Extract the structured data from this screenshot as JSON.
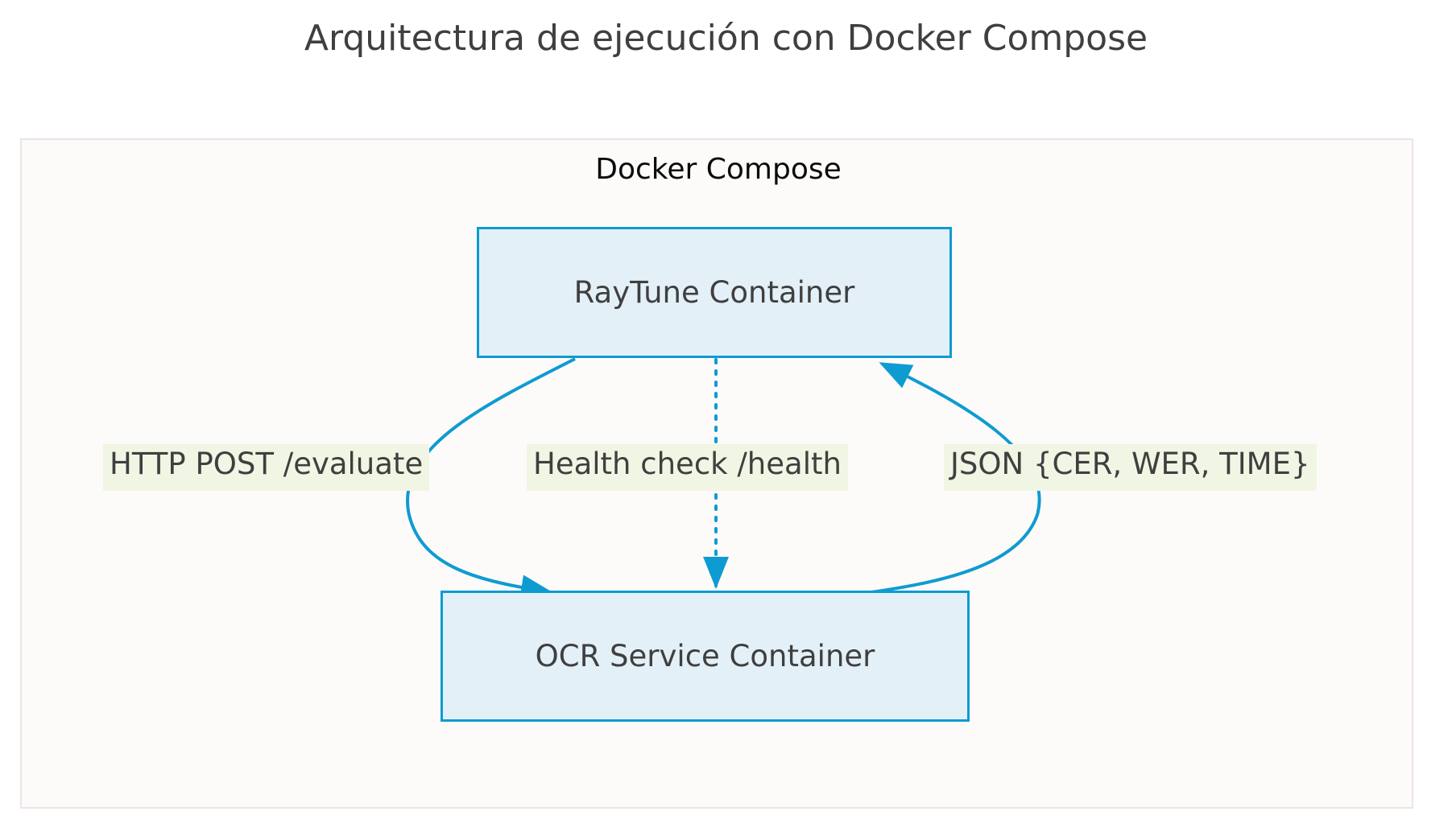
{
  "title": "Arquitectura de ejecución con Docker Compose",
  "cluster": {
    "label": "Docker Compose",
    "fill": "#fdfbf9",
    "stroke": "#ece4e4"
  },
  "nodes": [
    {
      "id": "raytune",
      "label": "RayTune Container",
      "fill": "#e4f0f8",
      "stroke": "#0e9bd2"
    },
    {
      "id": "ocr",
      "label": "OCR Service Container",
      "fill": "#e4f0f8",
      "stroke": "#0e9bd2"
    }
  ],
  "edges": [
    {
      "id": "evaluate",
      "label": "HTTP POST /evaluate",
      "from": "raytune",
      "to": "ocr",
      "style": "solid",
      "color": "#0e9bd2",
      "label_fill": "#f1f5e4"
    },
    {
      "id": "health",
      "label": "Health check /health",
      "from": "raytune",
      "to": "ocr",
      "style": "dotted",
      "color": "#0e9bd2",
      "label_fill": "#f1f5e4"
    },
    {
      "id": "json",
      "label": "JSON {CER, WER, TIME}",
      "from": "ocr",
      "to": "raytune",
      "style": "solid",
      "color": "#0e9bd2",
      "label_fill": "#f1f5e4"
    }
  ],
  "colors": {
    "page_background": "#ffffff",
    "title_text": "#3f3f3f",
    "node_text": "#3f3f3f",
    "cluster_text": "#0b0b0b",
    "edge_stroke": "#0e9bd2"
  }
}
